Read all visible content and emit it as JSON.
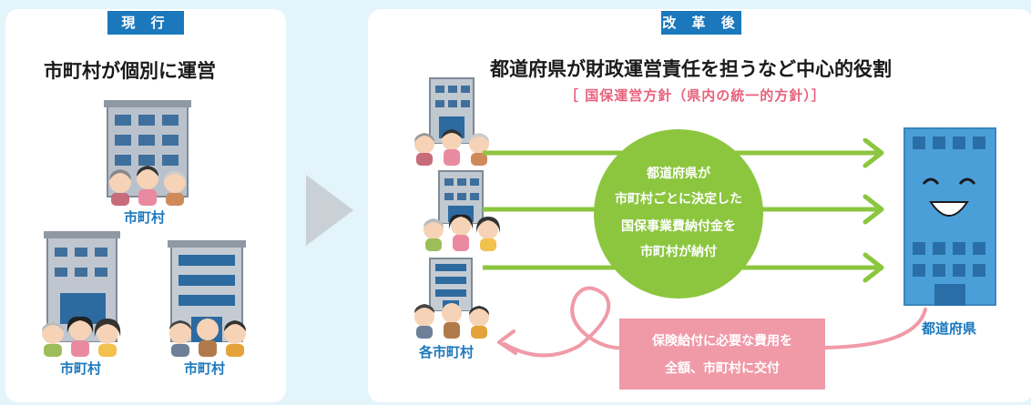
{
  "left": {
    "tag": "現 行",
    "title": "市町村が個別に運営",
    "labels": [
      "市町村",
      "市町村",
      "市町村"
    ]
  },
  "right": {
    "tag": "改 革 後",
    "title": "都道府県が財政運営責任を担うなど中心的役割",
    "subtitle": "［ 国保運営方針（県内の統一的方針）］",
    "center_lines": [
      "都道府県が",
      "市町村ごとに決定した",
      "国保事業費納付金を",
      "市町村が納付"
    ],
    "pink_lines": [
      "保険給付に必要な費用を",
      "全額、市町村に交付"
    ],
    "municipalities_label": "各市町村",
    "prefecture_label": "都道府県"
  },
  "colors": {
    "tag_blue": "#1b78bd",
    "arrow_green": "#8cc63f",
    "circle_green": "#8cc63f",
    "pink": "#f09aa8",
    "pink_text": "#e8627d",
    "prefecture_building": "#4a9fd8",
    "background": "#e4f4fb"
  },
  "icons": [
    "building-icon",
    "people-group-icon",
    "chevron-right-icon",
    "prefecture-building-icon",
    "arrow-icon"
  ]
}
